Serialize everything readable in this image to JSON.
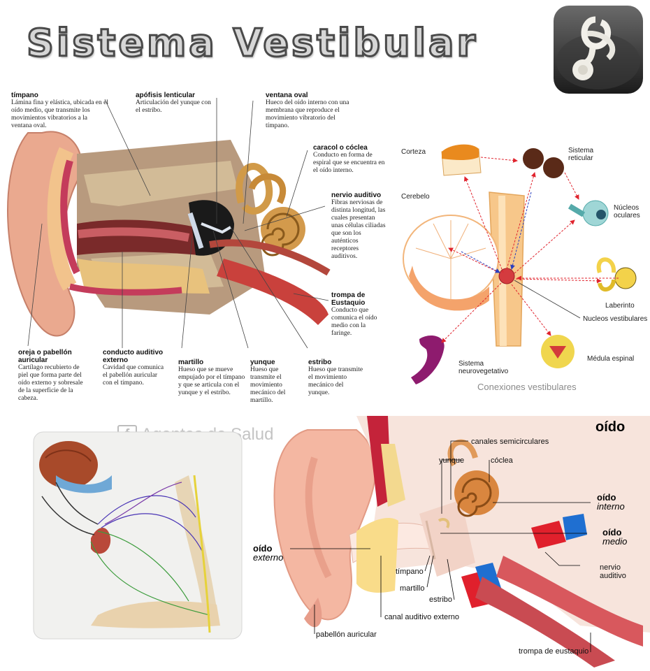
{
  "title": "Sistema Vestibular",
  "app_icon": "inner-ear-icon",
  "anatomy": {
    "timpano": {
      "title": "tímpano",
      "desc": "Lámina fina y elástica, ubicada en el oído medio, que transmite los movimientos vibratorios a la ventana oval."
    },
    "apofisis": {
      "title": "apófisis lenticular",
      "desc": "Articulación del yunque con el estribo."
    },
    "ventana": {
      "title": "ventana oval",
      "desc": "Hueco del oído interno con una membrana que reproduce el movimiento vibratorio del tímpano."
    },
    "caracol": {
      "title": "caracol o cóclea",
      "desc": "Conducto en forma de espiral que se encuentra en el oído interno."
    },
    "nervio": {
      "title": "nervio auditivo",
      "desc": "Fibras nerviosas de distinta longitud, las cuales presentan unas células ciliadas que son los auténticos receptores auditivos."
    },
    "trompa": {
      "title": "trompa de Eustaquio",
      "desc": "Conducto que comunica el oído medio con la faringe."
    },
    "oreja": {
      "title": "oreja o pabellón auricular",
      "desc": "Cartílago recubierto de piel que forma parte del oído externo y sobresale de la superficie de la cabeza."
    },
    "conducto": {
      "title": "conducto auditivo externo",
      "desc": "Cavidad que comunica el pabellón auricular con el tímpano."
    },
    "martillo": {
      "title": "martillo",
      "desc": "Hueso que se mueve empujado por el tímpano y que se articula con el yunque y el estribo."
    },
    "yunque": {
      "title": "yunque",
      "desc": "Hueso que transmite el movimiento mecánico del martillo."
    },
    "estribo": {
      "title": "estribo",
      "desc": "Hueso que transmite el movimiento mecánico del yunque."
    }
  },
  "connections": {
    "corteza": "Corteza",
    "sistema_reticular": "Sistema reticular",
    "cerebelo": "Cerebelo",
    "nucleos_oculares": "Núcleos oculares",
    "laberinto": "Laberinto",
    "nucleos_vestibulares": "Nucleos vestibulares",
    "sistema_neurovegetativo": "Sistema neurovegetativo",
    "medula_espinal": "Médula espinal",
    "caption": "Conexiones vestibulares",
    "arrow_color": "#e0242e",
    "alt_arrow_color": "#2a3fbf"
  },
  "watermark": "Agentes de Salud",
  "ear": {
    "title": "oído",
    "canales": "canales semicirculares",
    "yunque": "yunque",
    "coclea": "cóclea",
    "interno_1": "oído",
    "interno_2": "interno",
    "medio_1": "oído",
    "medio_2": "medio",
    "externo_1": "oído",
    "externo_2": "externo",
    "timpano": "tímpano",
    "martillo": "martillo",
    "estribo": "estribo",
    "nervio": "nervio auditivo",
    "canal": "canal auditivo externo",
    "pabellon": "pabellón auricular",
    "trompa": "trompa de eustaquio"
  }
}
